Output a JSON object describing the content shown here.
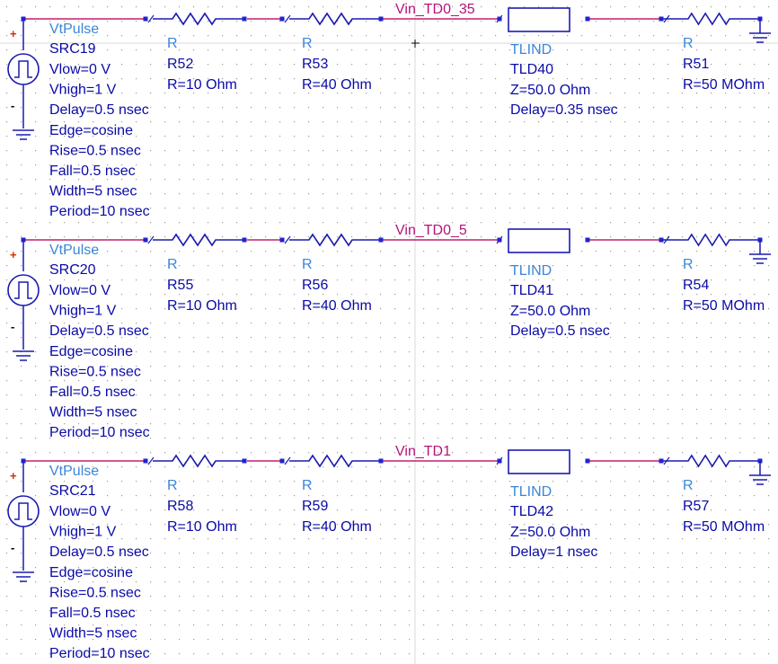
{
  "colors": {
    "wire": "#c0206e",
    "component": "#1b1bb0",
    "pin": "#2222d0",
    "ground": "#1b1bb0",
    "text_dark": "#0a0aa8",
    "text_light": "#3a86d9",
    "net_label": "#b4137a",
    "grid_dot": "#9a9a9a",
    "polarity_plus": "#d92b00"
  },
  "rows": [
    {
      "net_label": "Vin_TD0_35",
      "source": {
        "type": "VtPulse",
        "name": "SRC19",
        "plus": "+",
        "minus": "-",
        "params": [
          "Vlow=0 V",
          "Vhigh=1 V",
          "Delay=0.5 nsec",
          "Edge=cosine",
          "Rise=0.5 nsec",
          "Fall=0.5 nsec",
          "Width=5 nsec",
          "Period=10 nsec"
        ]
      },
      "r1": {
        "type": "R",
        "name": "R52",
        "value": "R=10 Ohm"
      },
      "r2": {
        "type": "R",
        "name": "R53",
        "value": "R=40 Ohm"
      },
      "tline": {
        "type": "TLIND",
        "name": "TLD40",
        "z": "Z=50.0 Ohm",
        "delay": "Delay=0.35 nsec"
      },
      "rload": {
        "type": "R",
        "name": "R51",
        "value": "R=50 MOhm"
      }
    },
    {
      "net_label": "Vin_TD0_5",
      "source": {
        "type": "VtPulse",
        "name": "SRC20",
        "plus": "+",
        "minus": "-",
        "params": [
          "Vlow=0 V",
          "Vhigh=1 V",
          "Delay=0.5 nsec",
          "Edge=cosine",
          "Rise=0.5 nsec",
          "Fall=0.5 nsec",
          "Width=5 nsec",
          "Period=10 nsec"
        ]
      },
      "r1": {
        "type": "R",
        "name": "R55",
        "value": "R=10 Ohm"
      },
      "r2": {
        "type": "R",
        "name": "R56",
        "value": "R=40 Ohm"
      },
      "tline": {
        "type": "TLIND",
        "name": "TLD41",
        "z": "Z=50.0 Ohm",
        "delay": "Delay=0.5 nsec"
      },
      "rload": {
        "type": "R",
        "name": "R54",
        "value": "R=50 MOhm"
      }
    },
    {
      "net_label": "Vin_TD1",
      "source": {
        "type": "VtPulse",
        "name": "SRC21",
        "plus": "+",
        "minus": "-",
        "params": [
          "Vlow=0 V",
          "Vhigh=1 V",
          "Delay=0.5 nsec",
          "Edge=cosine",
          "Rise=0.5 nsec",
          "Fall=0.5 nsec",
          "Width=5 nsec",
          "Period=10 nsec"
        ]
      },
      "r1": {
        "type": "R",
        "name": "R58",
        "value": "R=10 Ohm"
      },
      "r2": {
        "type": "R",
        "name": "R59",
        "value": "R=40 Ohm"
      },
      "tline": {
        "type": "TLIND",
        "name": "TLD42",
        "z": "Z=50.0 Ohm",
        "delay": "Delay=1 nsec"
      },
      "rload": {
        "type": "R",
        "name": "R57",
        "value": "R=50 MOhm"
      }
    }
  ]
}
